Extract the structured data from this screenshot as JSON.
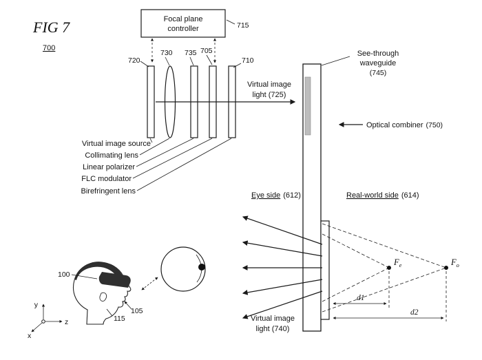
{
  "figure": {
    "title": "FIG 7",
    "ref": "700"
  },
  "controller": {
    "line1": "Focal plane",
    "line2": "controller",
    "ref": "715"
  },
  "components": {
    "source": {
      "ref": "720",
      "label": "Virtual image source"
    },
    "lens": {
      "ref": "730",
      "label": "Collimating lens"
    },
    "polarizer": {
      "ref": "735",
      "label": "Linear polarizer"
    },
    "flc": {
      "ref": "705",
      "label": "FLC modulator"
    },
    "birefringent": {
      "ref": "710",
      "label": "Birefringent lens"
    }
  },
  "light_top": {
    "line1": "Virtual image",
    "line2": "light (725)"
  },
  "waveguide_label": {
    "line1": "See-through",
    "line2": "waveguide",
    "line3": "(745)"
  },
  "combiner_label": {
    "text": "Optical combiner",
    "ref": "(750)"
  },
  "sides": {
    "eye": "Eye side",
    "eye_ref": "(612)",
    "real": "Real-world side",
    "real_ref": "(614)"
  },
  "focal": {
    "fe": "F",
    "fe_sub": "e",
    "fo": "F",
    "fo_sub": "o",
    "d1": "d1",
    "d2": "d2"
  },
  "light_bottom": {
    "line1": "Virtual image",
    "line2": "light (740)"
  },
  "hmd": {
    "ref_glasses": "100",
    "ref_temple": "105",
    "ref_head": "115"
  },
  "axes": {
    "x": "x",
    "y": "y",
    "z": "z"
  }
}
